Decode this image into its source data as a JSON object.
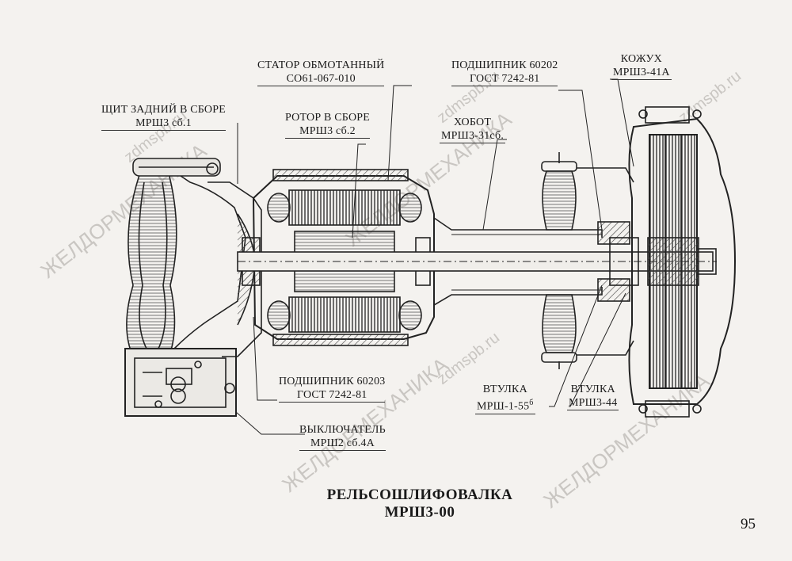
{
  "watermarks": {
    "brand": "ЖЕЛДОРМЕХАНИКА",
    "site": "zdmspb.ru"
  },
  "labels": {
    "stator": [
      "СТАТОР ОБМОТАННЫЙ",
      "СО61-067-010"
    ],
    "bearing_60202": [
      "ПОДШИПНИК 60202",
      "ГОСТ 7242-81"
    ],
    "casing": [
      "КОЖУХ",
      "МРШ3-41А"
    ],
    "rear_shield": [
      "ЩИТ ЗАДНИЙ В СБОРЕ",
      "МРШ3 сб.1"
    ],
    "rotor": [
      "РОТОР В СБОРЕ",
      "МРШ3 сб.2"
    ],
    "trunk": [
      "ХОБОТ",
      "МРШ3-31сб."
    ],
    "bearing_60203": [
      "ПОДШИПНИК 60203",
      "ГОСТ 7242-81"
    ],
    "bushing_1": [
      "ВТУЛКА",
      "МРШ-1-55",
      "б"
    ],
    "bushing_2": [
      "ВТУЛКА",
      "МРШ3-44"
    ],
    "switch": [
      "ВЫКЛЮЧАТЕЛЬ",
      "МРШ2 сб.4А"
    ]
  },
  "title": {
    "line1": "РЕЛЬСОШЛИФОВАЛКА",
    "line2": "МРШ3-00"
  },
  "page_number": "95"
}
